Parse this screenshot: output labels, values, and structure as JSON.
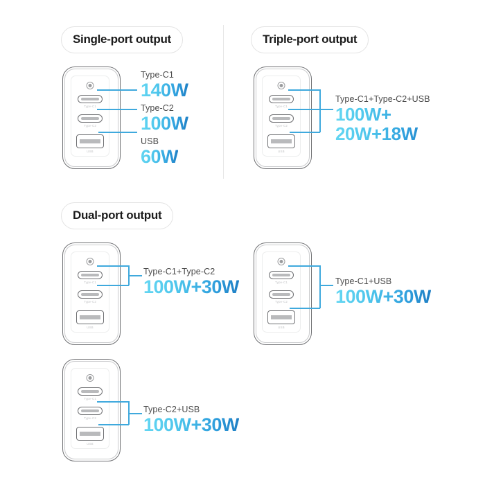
{
  "sections": [
    {
      "id": "single",
      "title": "Single-port output"
    },
    {
      "id": "triple",
      "title": "Triple-port output"
    },
    {
      "id": "dual",
      "title": "Dual-port output"
    }
  ],
  "port_labels": {
    "c1": "Type-C1",
    "c2": "Type-C2",
    "usb": "USB"
  },
  "colors": {
    "accent_line": "#3fa9dd",
    "gradient_start": "#63d6f2",
    "gradient_end": "#1f7fc4",
    "outline": "#6f7073",
    "caption": "#4a4a4a"
  },
  "diagrams": [
    {
      "id": "single-port",
      "readouts": [
        {
          "caption": "Type-C1",
          "watt": "140W"
        },
        {
          "caption": "Type-C2",
          "watt": "100W"
        },
        {
          "caption": "USB",
          "watt": "60W"
        }
      ]
    },
    {
      "id": "triple-port",
      "caption": "Type-C1+Type-C2+USB",
      "watt_line1": "100W+",
      "watt_line2": "20W+18W"
    },
    {
      "id": "dual-port-c1-c2",
      "caption": "Type-C1+Type-C2",
      "watt": "100W+30W"
    },
    {
      "id": "dual-port-c1-usb",
      "caption": "Type-C1+USB",
      "watt": "100W+30W"
    },
    {
      "id": "dual-port-c2-usb",
      "caption": "Type-C2+USB",
      "watt": "100W+30W"
    }
  ]
}
